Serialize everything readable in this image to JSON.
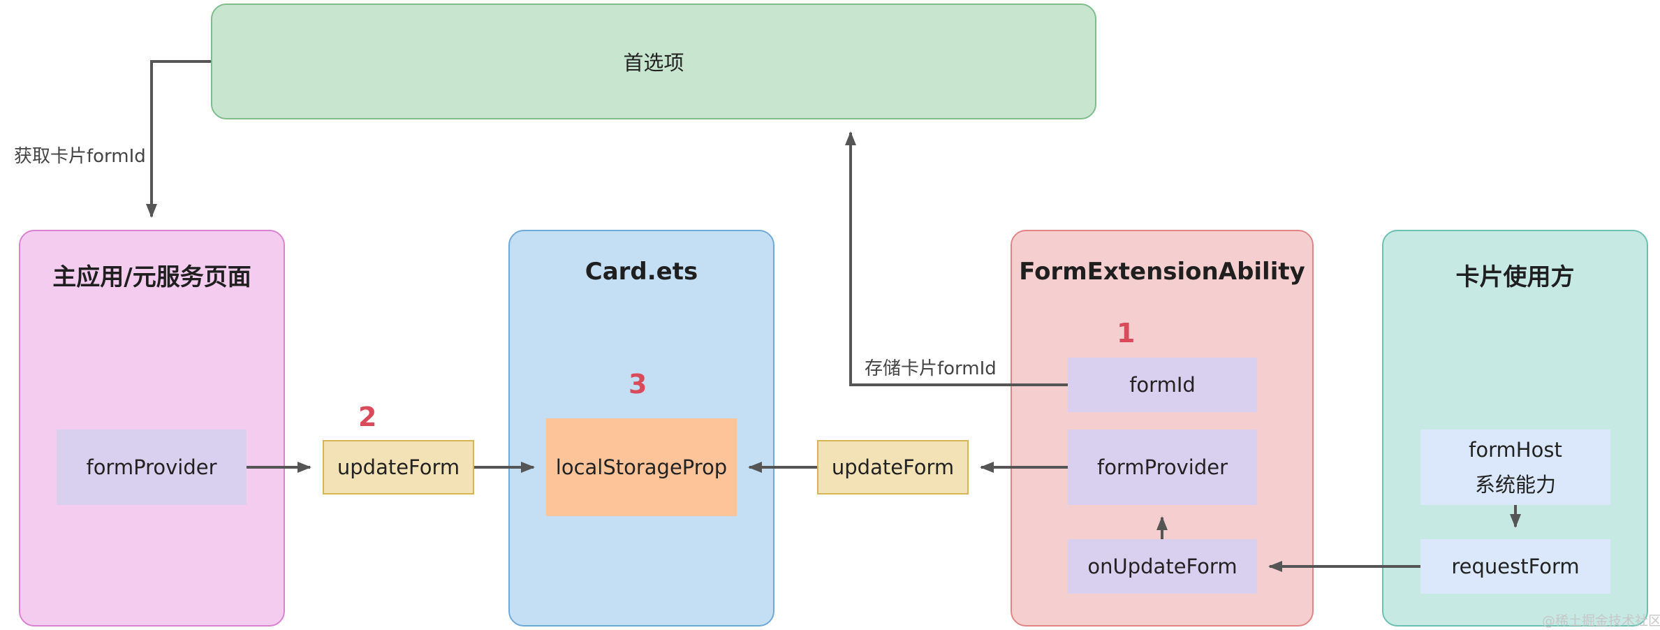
{
  "colors": {
    "prefs_fill": "#c8e6cf",
    "prefs_border": "#7fbd8d",
    "main_fill": "#f3ccef",
    "main_border": "#d983d0",
    "card_fill": "#c4dff3",
    "card_border": "#6fa9d8",
    "fea_fill": "#f5cfcf",
    "fea_border": "#e08585",
    "consumer_fill": "#c6e9e4",
    "consumer_border": "#6cc0b3",
    "arrow": "#555555",
    "step_number": "#d94a5a"
  },
  "preferences": {
    "label": "首选项"
  },
  "groups": {
    "main_app": {
      "title": "主应用/元服务页面",
      "provider": "formProvider"
    },
    "card": {
      "title": "Card.ets",
      "local_storage": "localStorageProp"
    },
    "form_ext": {
      "title": "FormExtensionAbility",
      "form_id": "formId",
      "provider": "formProvider",
      "on_update": "onUpdateForm"
    },
    "consumer": {
      "title": "卡片使用方",
      "form_host_line1": "formHost",
      "form_host_line2": "系统能力",
      "request": "requestForm"
    }
  },
  "connectors": {
    "update_form_left": "updateForm",
    "update_form_right": "updateForm",
    "get_form_id": "获取卡片formId",
    "store_form_id": "存储卡片formId"
  },
  "steps": {
    "one": "1",
    "two": "2",
    "three": "3"
  },
  "watermark": "@稀土掘金技术社区",
  "icons": {
    "arrow_head": "arrow-head-icon"
  }
}
